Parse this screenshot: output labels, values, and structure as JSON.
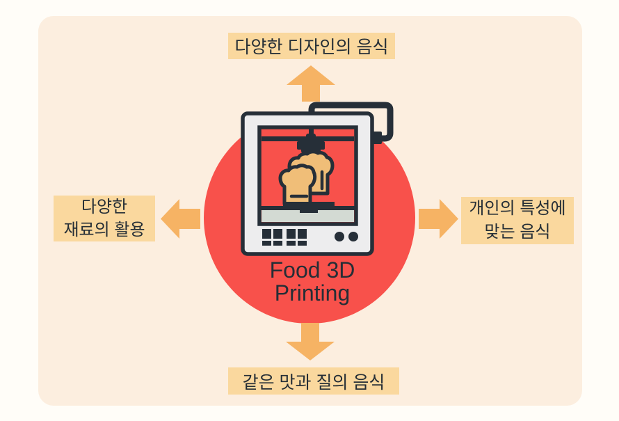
{
  "colors": {
    "page_background": "#FFFDF8",
    "panel_background": "#FCEEDF",
    "accent_red": "#F8514B",
    "arrow_orange": "#F6B364",
    "label_highlight": "#FAD89E",
    "outline_dark": "#262F38",
    "printer_body": "#EDEDEE",
    "printer_tray": "#D3DAD3",
    "bread_tan": "#F0BE78"
  },
  "icons": {
    "center_illustration": "food-3d-printer-icon",
    "arrow_up": "block-arrow-up-icon",
    "arrow_down": "block-arrow-down-icon",
    "arrow_left": "block-arrow-left-icon",
    "arrow_right": "block-arrow-right-icon"
  },
  "diagram": {
    "center": {
      "title_line1": "Food 3D",
      "title_line2": "Printing"
    },
    "benefits": {
      "top": {
        "text": "다양한 디자인의 음식"
      },
      "left": {
        "line1": "다양한",
        "line2": "재료의 활용"
      },
      "right": {
        "line1": "개인의 특성에",
        "line2": "맞는 음식"
      },
      "bottom": {
        "text": "같은 맛과 질의 음식"
      }
    }
  }
}
